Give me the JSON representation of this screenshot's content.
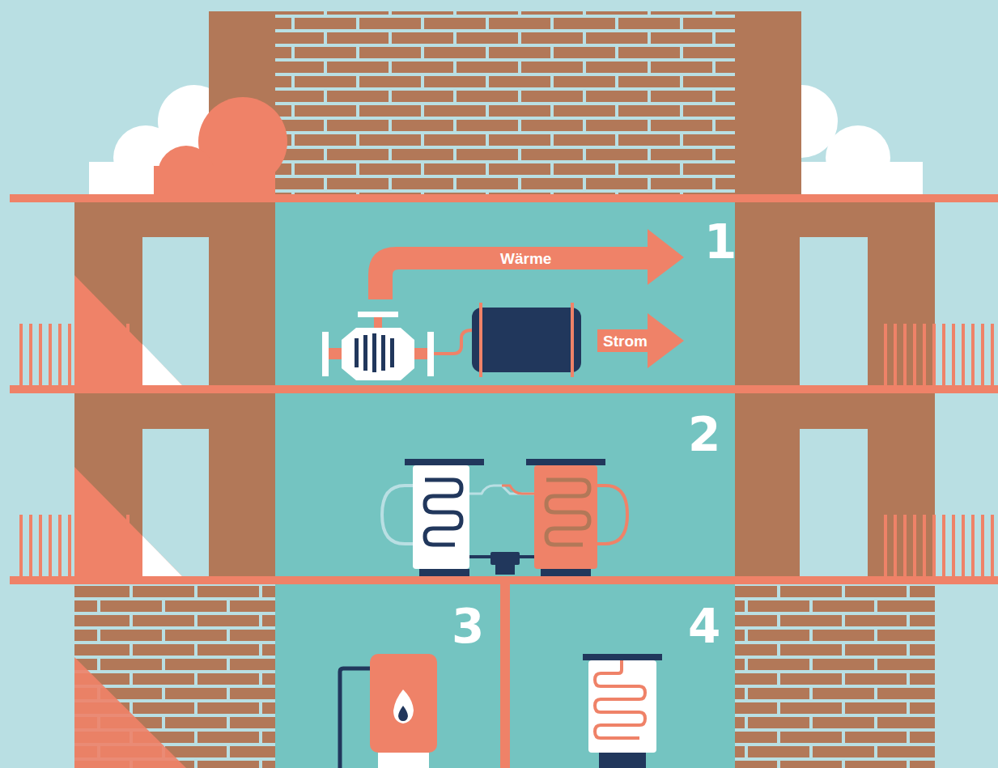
{
  "diagram": {
    "labels": [
      "1",
      "Wärme",
      "Strom",
      "2",
      "3",
      "4"
    ]
  }
}
